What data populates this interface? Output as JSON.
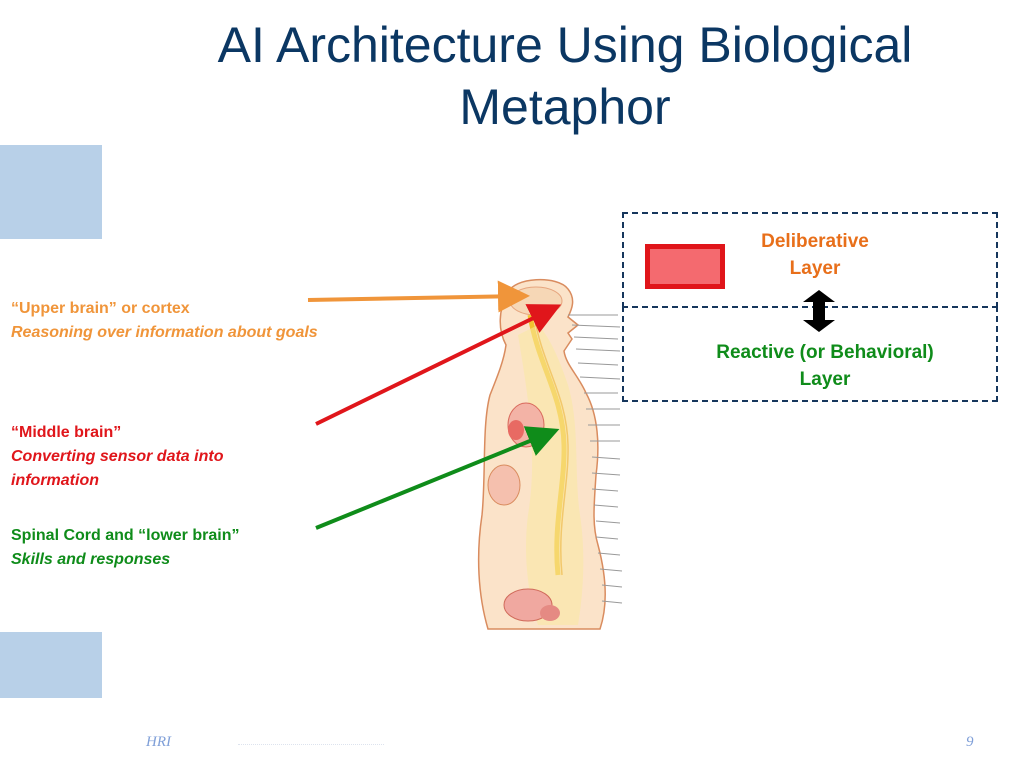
{
  "slide": {
    "title_line1": "AI Architecture Using Biological",
    "title_line2": "Metaphor",
    "footer_left": "HRI",
    "page_number": "9"
  },
  "labels": {
    "upper": {
      "heading": "“Upper brain” or cortex",
      "detail": "Reasoning over information about goals"
    },
    "middle": {
      "heading": "“Middle brain”",
      "detail": "Converting sensor data into information"
    },
    "spinal": {
      "heading": "Spinal Cord and “lower brain”",
      "detail": "Skills and responses"
    }
  },
  "layers": {
    "deliberative_line1": "Deliberative",
    "deliberative_line2": "Layer",
    "reactive_line1": "Reactive (or Behavioral)",
    "reactive_line2": "Layer"
  },
  "colors": {
    "title": "#0b3763",
    "upper": "#f0953a",
    "middle": "#e0161b",
    "spinal": "#0f8c1a",
    "deliberative": "#e86f1a",
    "reactive": "#0f8c1a",
    "layer_border": "#16365c"
  }
}
